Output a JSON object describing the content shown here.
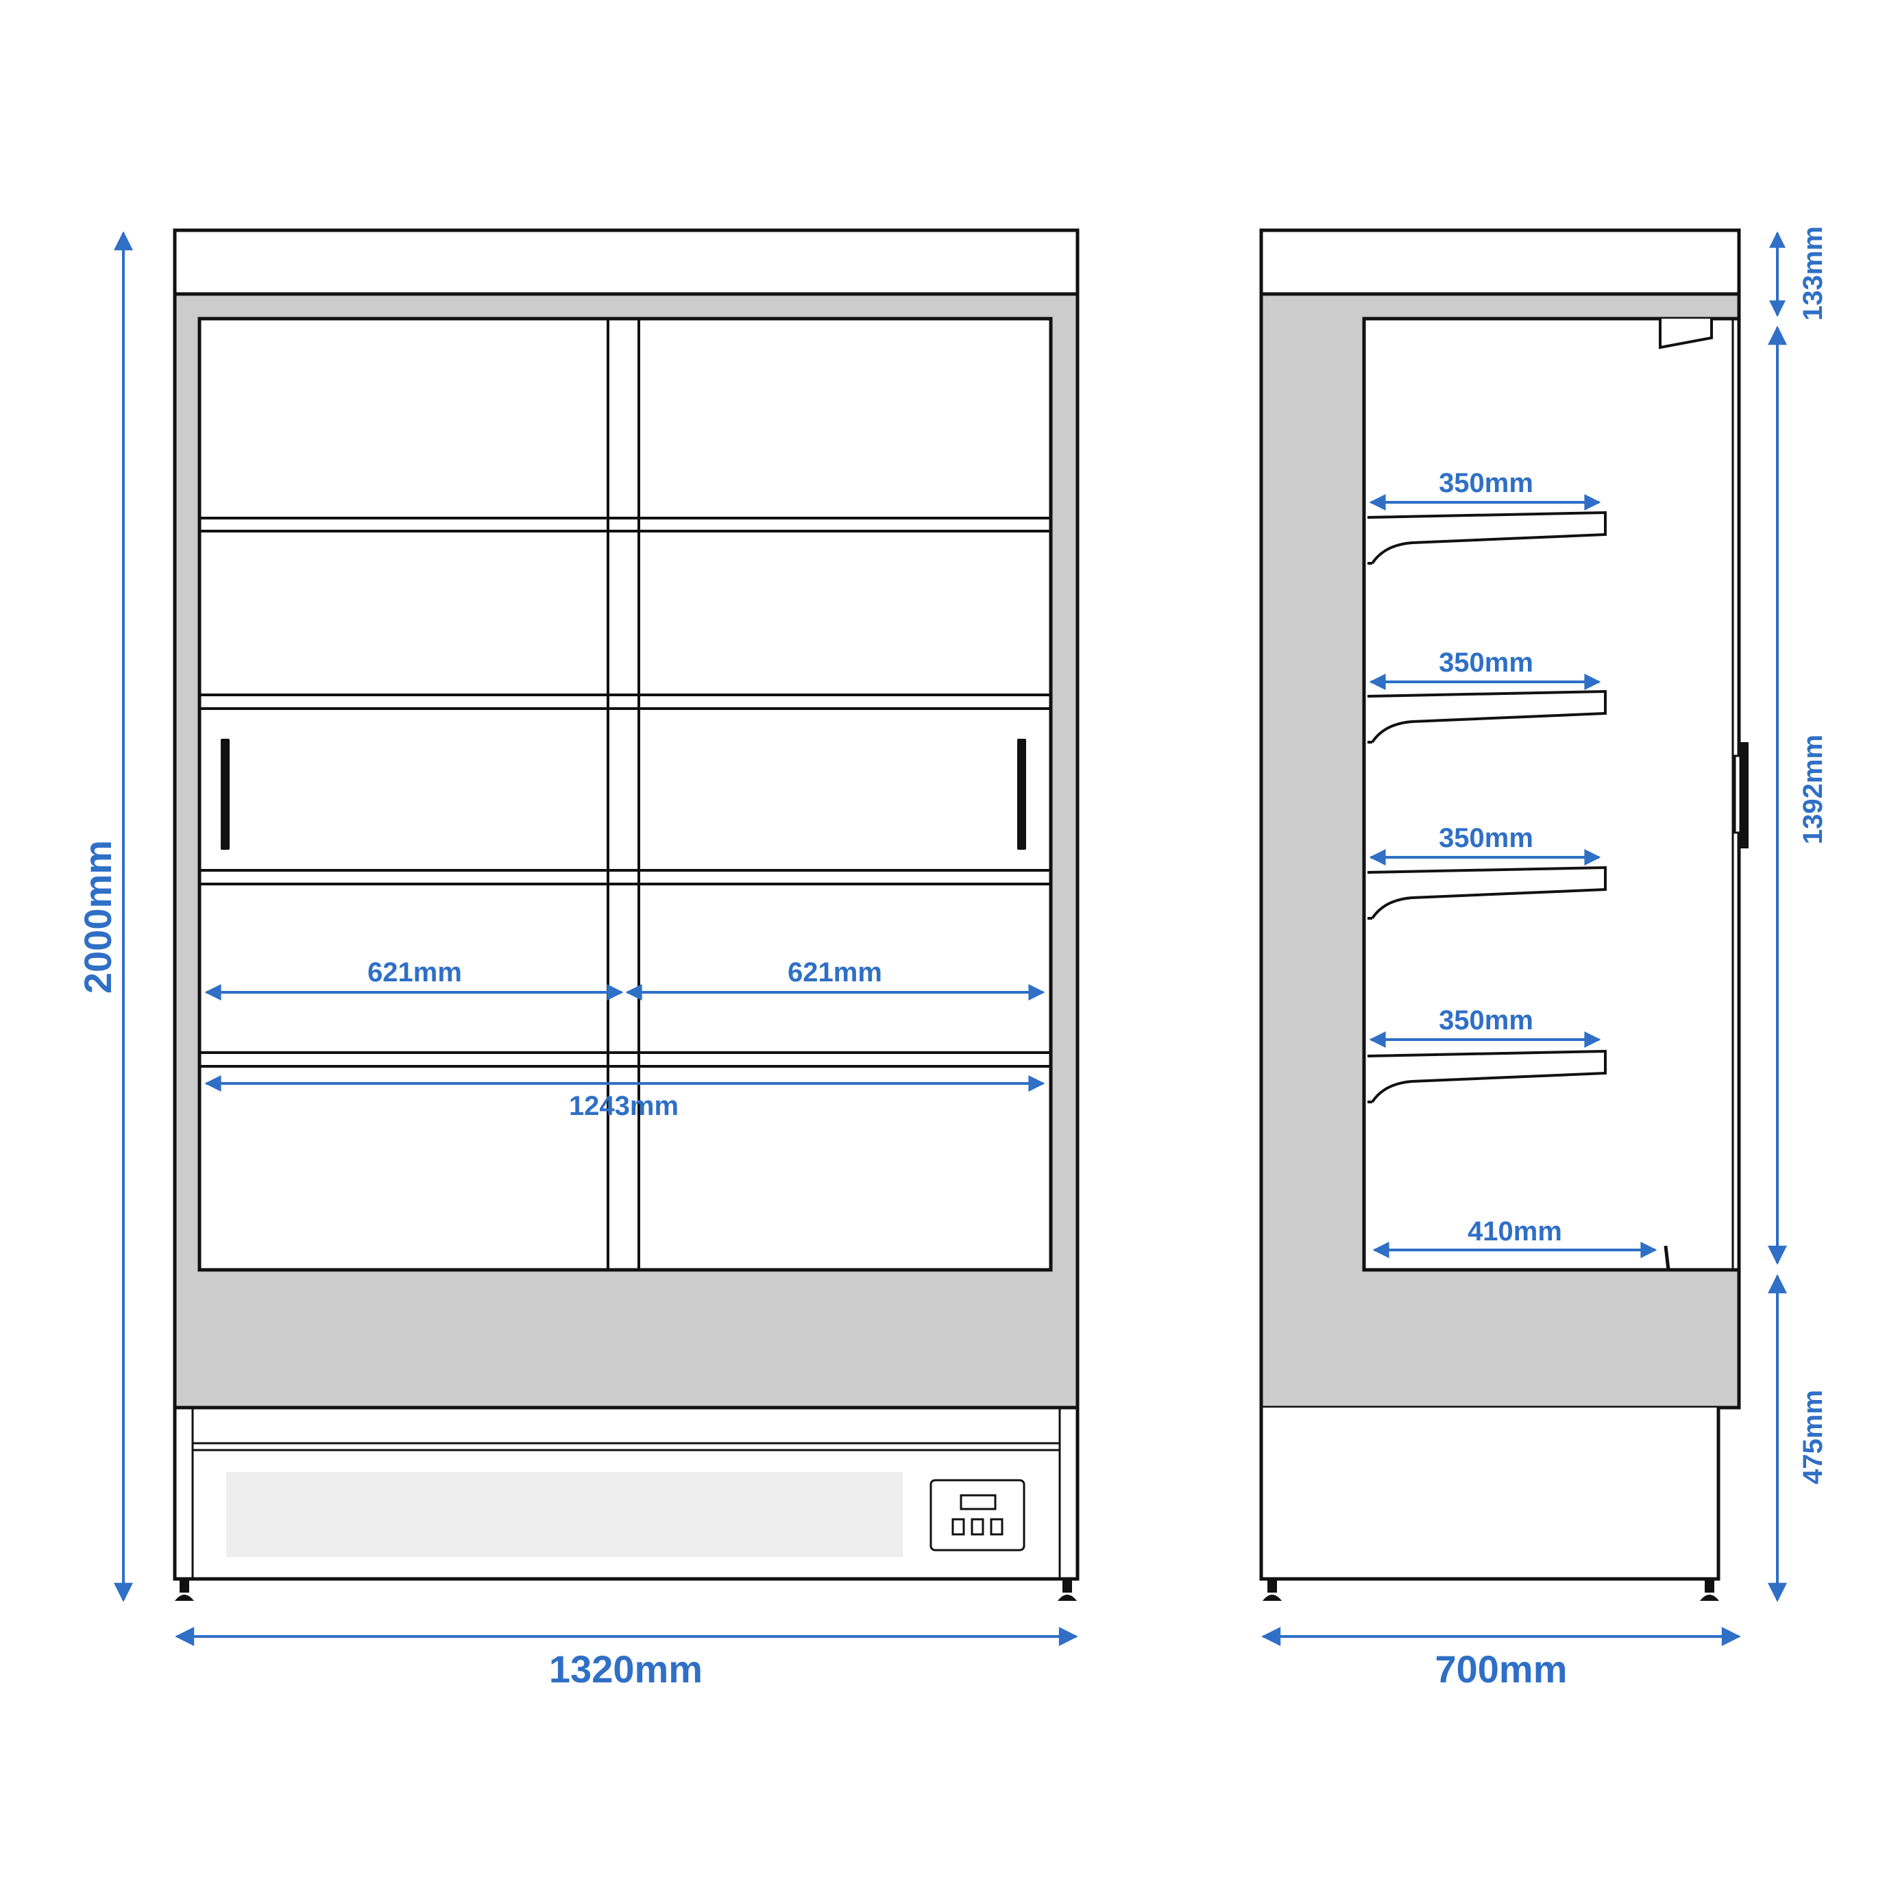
{
  "colors": {
    "dimension": "#2f6fc6",
    "outline": "#111111",
    "panel": "#cccccc",
    "display": "#eeeeee",
    "background": "#ffffff"
  },
  "front_view": {
    "height_label": "2000mm",
    "width_label": "1320mm",
    "inner_width_label": "1243mm",
    "door_width_left_label": "621mm",
    "door_width_right_label": "621mm"
  },
  "side_view": {
    "depth_label": "700mm",
    "top_height_label": "133mm",
    "middle_height_label": "1392mm",
    "bottom_height_label": "475mm",
    "shelf_depth_labels": [
      "350mm",
      "350mm",
      "350mm",
      "350mm"
    ],
    "base_depth_label": "410mm"
  },
  "icons": {
    "controller": "digital-controller-icon",
    "door_handle": "door-handle-icon"
  }
}
